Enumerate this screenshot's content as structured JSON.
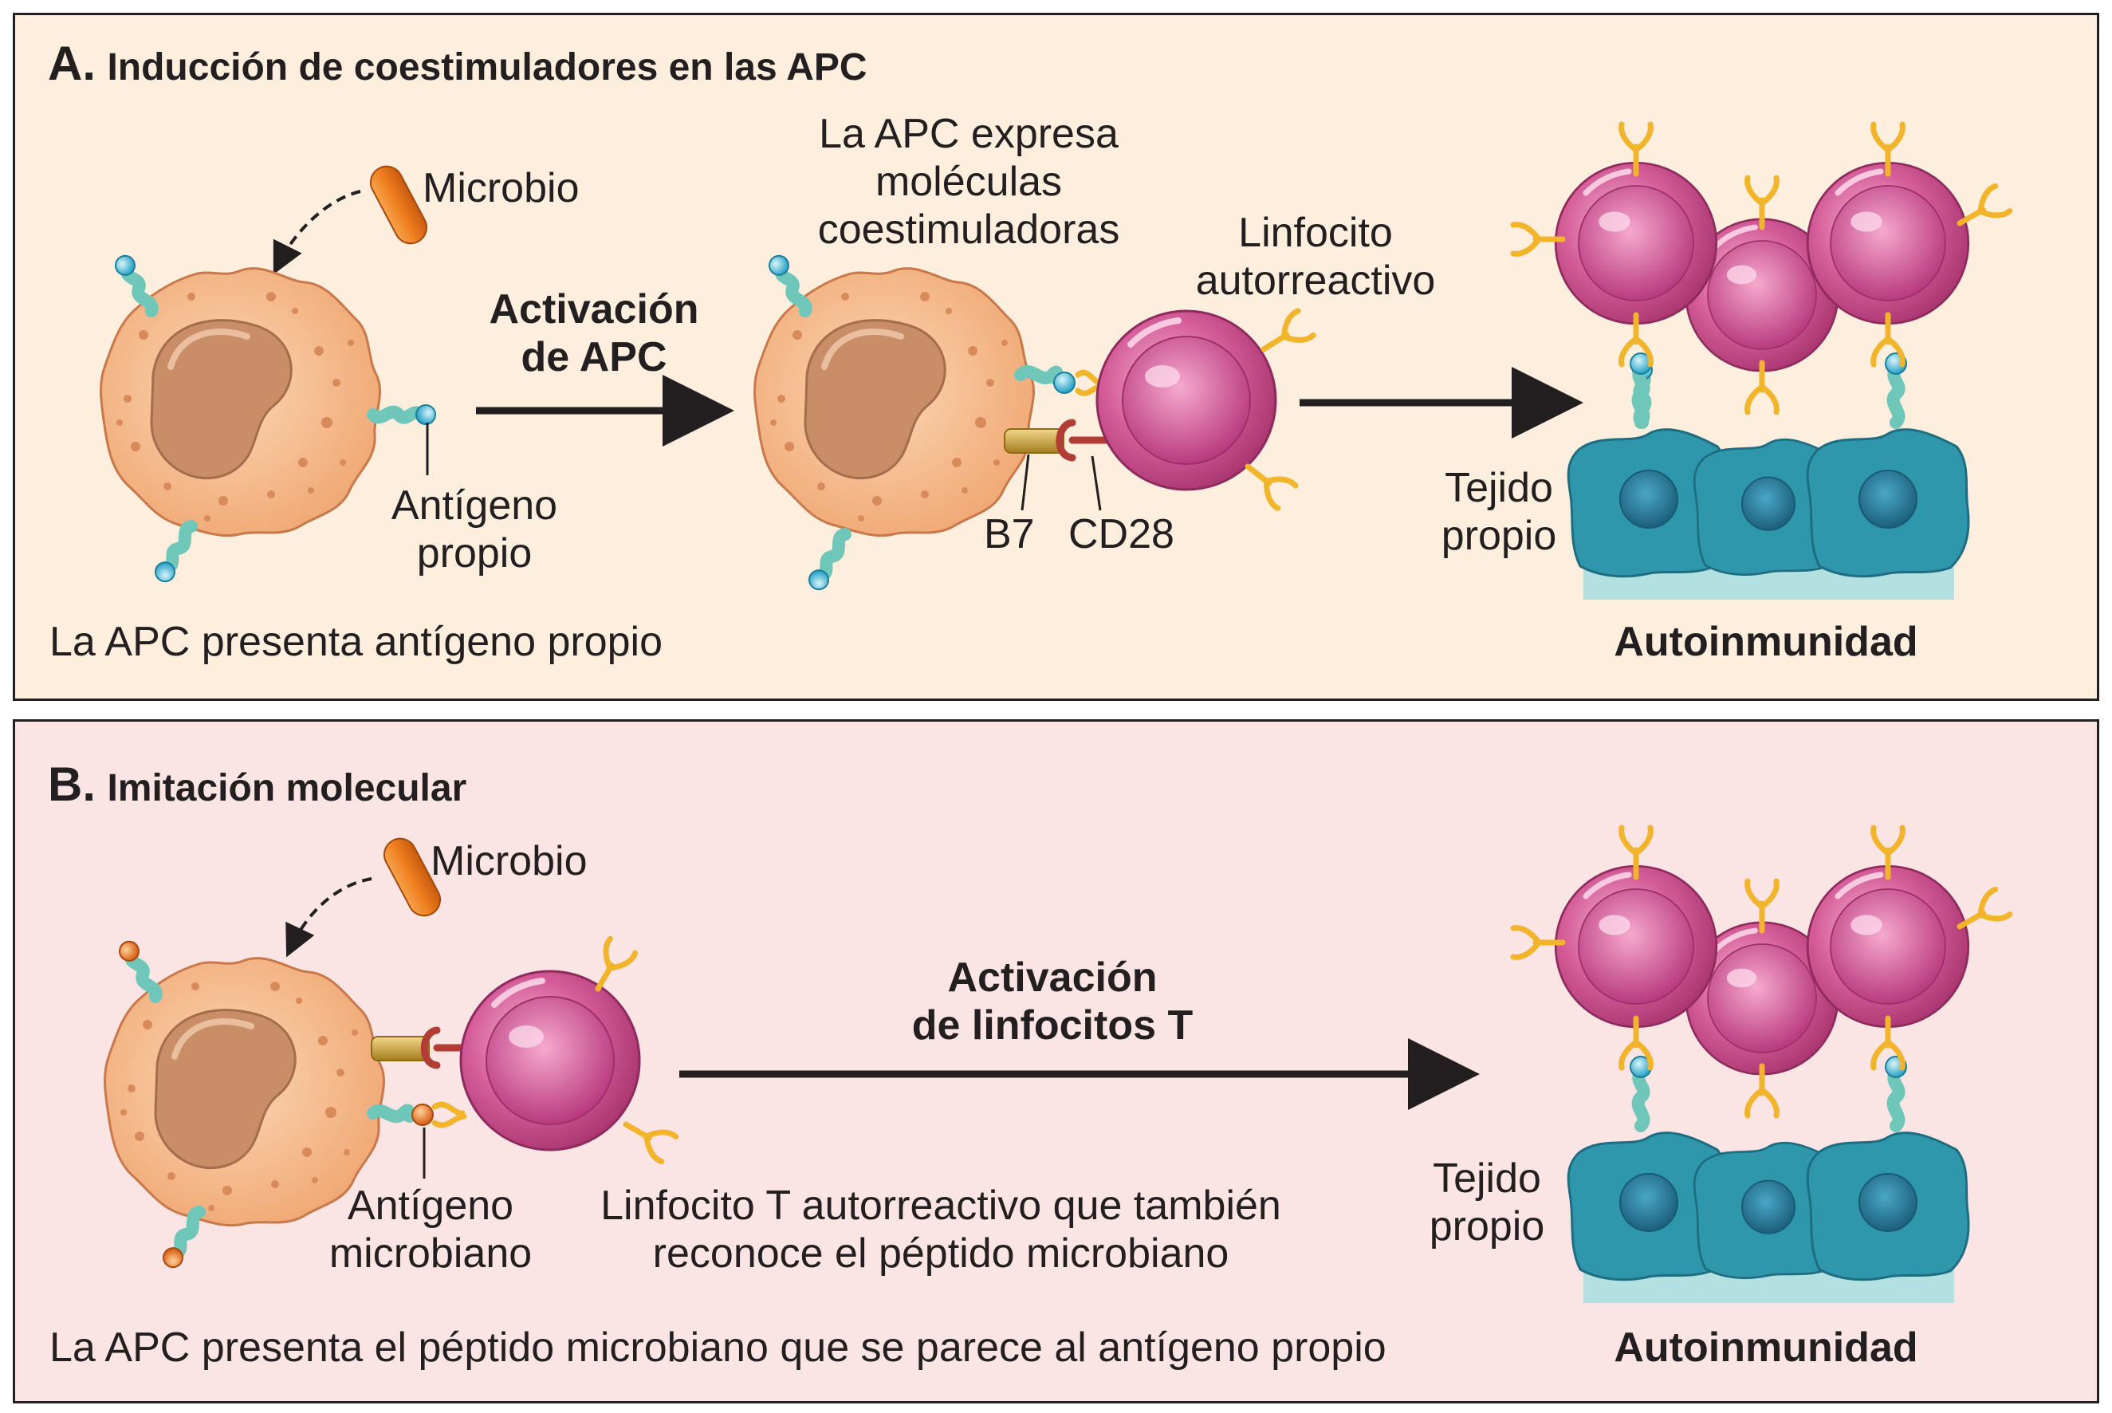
{
  "panel_a": {
    "letter": "A.",
    "title": "Inducción de coestimuladores en las APC",
    "microbe_label": "Microbio",
    "self_antigen_label": [
      "Antígeno",
      "propio"
    ],
    "activation_label": [
      "Activación",
      "de APC"
    ],
    "apc_expresses_label": [
      "La APC expresa",
      "moléculas",
      "coestimuladoras"
    ],
    "lymphocyte_label": [
      "Linfocito",
      "autorreactivo"
    ],
    "b7_label": "B7",
    "cd28_label": "CD28",
    "tissue_label": [
      "Tejido",
      "propio"
    ],
    "caption": "La APC presenta antígeno propio",
    "result_label": "Autoinmunidad"
  },
  "panel_b": {
    "letter": "B.",
    "title": "Imitación molecular",
    "microbe_label": "Microbio",
    "microbial_antigen_label": [
      "Antígeno",
      "microbiano"
    ],
    "activation_label": [
      "Activación",
      "de linfocitos T"
    ],
    "tcell_label": [
      "Linfocito T autorreactivo que también",
      "reconoce el péptido microbiano"
    ],
    "tissue_label": [
      "Tejido",
      "propio"
    ],
    "caption": "La APC presenta el péptido microbiano que se parece al antígeno propio",
    "result_label": "Autoinmunidad"
  },
  "colors": {
    "panel_a_bg": "#fdeedd",
    "panel_b_bg": "#fbe4e4",
    "apc_cell": "#f4b784",
    "apc_nucleus": "#c98e67",
    "lymphocyte": "#d45c98",
    "lymphocyte_nucleus": "#c03f86",
    "tissue_cell": "#2f97ac",
    "tissue_nucleus": "#216f86",
    "receptor_yellow": "#f2b42a",
    "mhc_teal": "#6fc7b9",
    "antigen_blue": "#5ec8e0",
    "antigen_orange": "#f08a2a",
    "microbe": "#ec7a1a",
    "b7": "#d2a63a",
    "cd28": "#b23d35"
  }
}
